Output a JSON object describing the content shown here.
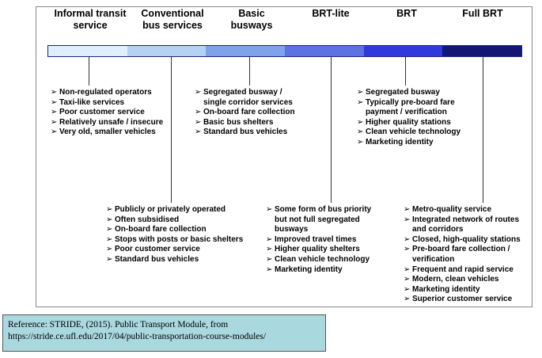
{
  "stages": [
    {
      "label": "Informal transit\nservice",
      "color": "#e0efff"
    },
    {
      "label": "Conventional\nbus services",
      "color": "#b5d2f4"
    },
    {
      "label": "Basic\nbusways",
      "color": "#7fa3ea"
    },
    {
      "label": "BRT-lite",
      "color": "#5f72e2"
    },
    {
      "label": "BRT",
      "color": "#3139dd"
    },
    {
      "label": "Full BRT",
      "color": "#121774"
    }
  ],
  "features": {
    "informal": [
      "Non-regulated operators",
      "Taxi-like services",
      "Poor customer service",
      "Relatively unsafe / insecure",
      "Very old, smaller vehicles"
    ],
    "conventional": [
      "Publicly or privately operated",
      "Often subsidised",
      "On-board fare collection",
      "Stops with posts or basic shelters",
      "Poor customer service",
      "Standard bus vehicles"
    ],
    "basic": [
      "Segregated busway /\nsingle corridor services",
      "On-board fare collection",
      "Basic bus shelters",
      "Standard bus vehicles"
    ],
    "brtlite": [
      "Some form of bus priority\nbut not full segregated\nbusways",
      "Improved travel times",
      "Higher quality shelters",
      "Clean vehicle technology",
      "Marketing identity"
    ],
    "brt": [
      "Segregated busway",
      "Typically pre-board fare\npayment / verification",
      "Higher quality stations",
      "Clean vehicle technology",
      "Marketing identity"
    ],
    "fullbrt": [
      "Metro-quality service",
      "Integrated network of routes\nand corridors",
      "Closed, high-quality stations",
      "Pre-board fare collection /\nverification",
      "Frequent and rapid service",
      "Modern, clean vehicles",
      "Marketing identity",
      "Superior customer service"
    ]
  },
  "bullet_glyph": "➢",
  "reference": "Reference: STRIDE, (2015). Public Transport Module, from\nhttps://stride.ce.ufl.edu/2017/04/public-transportation-course-modules/"
}
